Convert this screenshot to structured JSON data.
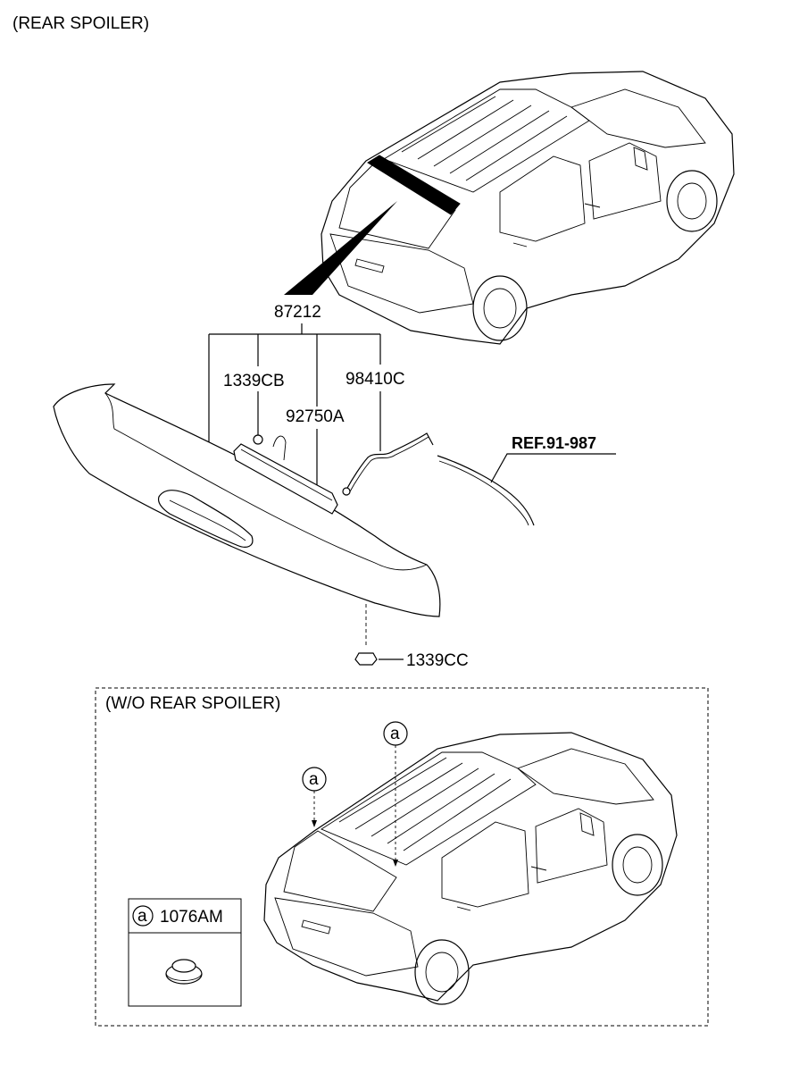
{
  "headers": {
    "rear_spoiler": "(REAR SPOILER)",
    "wo_rear_spoiler": "(W/O REAR SPOILER)"
  },
  "parts": {
    "p87212": "87212",
    "p1339CB": "1339CB",
    "p92750A": "92750A",
    "p98410C": "98410C",
    "p1339CC": "1339CC",
    "p1076AM": "1076AM"
  },
  "reference": "REF.91-987",
  "callouts": {
    "a_marker": "a",
    "a_left": "a",
    "a_right": "a"
  }
}
